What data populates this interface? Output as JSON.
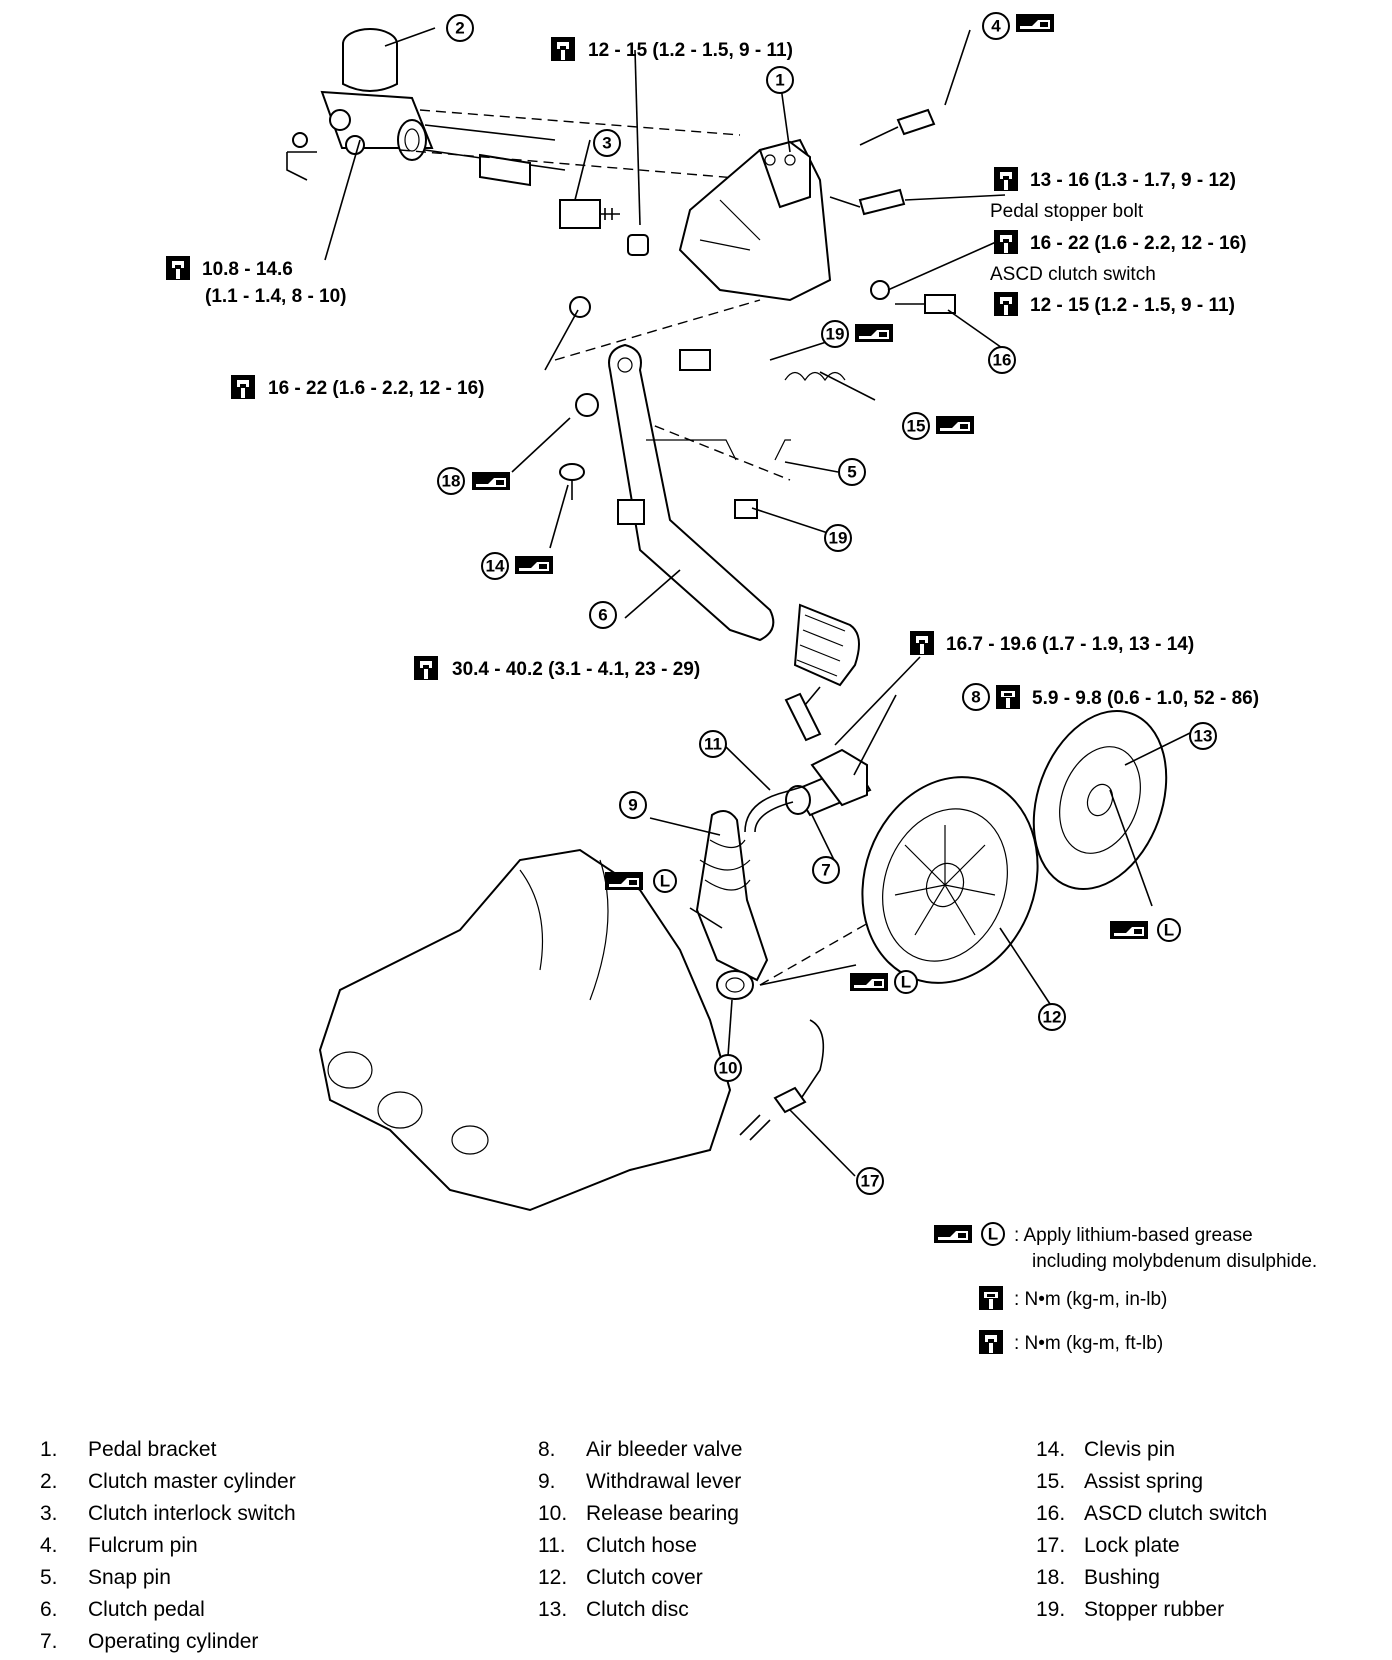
{
  "callouts": {
    "c1": "1",
    "c2": "2",
    "c3": "3",
    "c4": "4",
    "c5": "5",
    "c6": "6",
    "c7": "7",
    "c8": "8",
    "c9": "9",
    "c10": "10",
    "c11": "11",
    "c12": "12",
    "c13": "13",
    "c14": "14",
    "c15": "15",
    "c16": "16",
    "c17": "17",
    "c18": "18",
    "c19": "19"
  },
  "torques": {
    "t_top": "12 - 15 (1.2 - 1.5, 9 - 11)",
    "t_stopper": "13 - 16 (1.3 - 1.7, 9 - 12)",
    "stopper_name": "Pedal stopper bolt",
    "t_ascd_nut": "16 - 22 (1.6 - 2.2, 12 - 16)",
    "ascd_name": "ASCD clutch switch",
    "t_ascd": "12 - 15 (1.2 - 1.5, 9 - 11)",
    "t_master_a": "10.8 - 14.6",
    "t_master_b": "(1.1 - 1.4, 8 - 10)",
    "t_pivot": "16 - 22 (1.6 - 2.2, 12 - 16)",
    "t_op_cyl": "16.7 - 19.6 (1.7 - 1.9, 13 - 14)",
    "t_hose": "30.4 - 40.2 (3.1 - 4.1, 23 - 29)",
    "t_bleeder": "5.9 - 9.8 (0.6 - 1.0, 52 - 86)"
  },
  "grease_letter": "L",
  "legend": {
    "grease_a": ": Apply lithium-based grease",
    "grease_b": "including molybdenum disulphide.",
    "inlb": ": N•m (kg-m, in-lb)",
    "ftlb": ": N•m (kg-m, ft-lb)"
  },
  "icons": [
    "torque-wrench-icon",
    "small-torque-wrench-icon",
    "grease-gun-icon"
  ],
  "parts": [
    [
      {
        "num": "1.",
        "name": "Pedal bracket"
      },
      {
        "num": "2.",
        "name": "Clutch master cylinder"
      },
      {
        "num": "3.",
        "name": "Clutch interlock switch"
      },
      {
        "num": "4.",
        "name": "Fulcrum pin"
      },
      {
        "num": "5.",
        "name": "Snap pin"
      },
      {
        "num": "6.",
        "name": "Clutch pedal"
      },
      {
        "num": "7.",
        "name": "Operating cylinder"
      }
    ],
    [
      {
        "num": "8.",
        "name": "Air bleeder valve"
      },
      {
        "num": "9.",
        "name": "Withdrawal lever"
      },
      {
        "num": "10.",
        "name": "Release bearing"
      },
      {
        "num": "11.",
        "name": "Clutch hose"
      },
      {
        "num": "12.",
        "name": "Clutch cover"
      },
      {
        "num": "13.",
        "name": "Clutch disc"
      }
    ],
    [
      {
        "num": "14.",
        "name": "Clevis pin"
      },
      {
        "num": "15.",
        "name": "Assist spring"
      },
      {
        "num": "16.",
        "name": "ASCD clutch switch"
      },
      {
        "num": "17.",
        "name": "Lock plate"
      },
      {
        "num": "18.",
        "name": "Bushing"
      },
      {
        "num": "19.",
        "name": "Stopper rubber"
      }
    ]
  ]
}
